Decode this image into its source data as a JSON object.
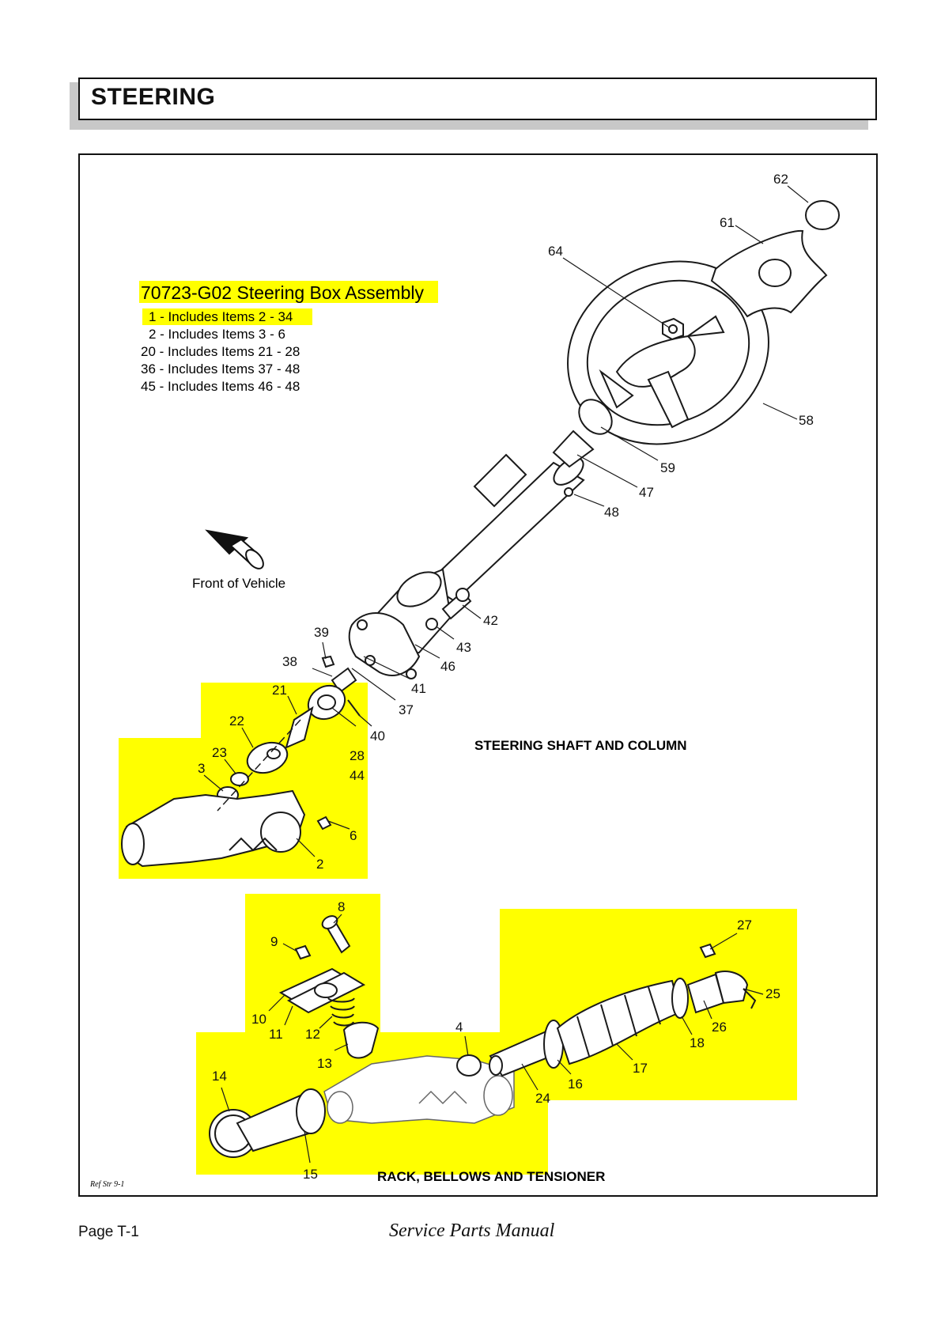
{
  "header": {
    "title": "STEERING"
  },
  "legend": {
    "assembly_title": "70723-G02 Steering Box Assembly",
    "lines": [
      "1 - Includes Items 2 - 34",
      "2 - Includes Items 3 - 6",
      "20 - Includes Items 21 - 28",
      "36 - Includes Items 37 - 48",
      "45 - Includes Items 46 - 48"
    ]
  },
  "direction_label": "Front of Vehicle",
  "section_titles": {
    "shaft": "STEERING SHAFT AND COLUMN",
    "rack": "RACK, BELLOWS AND TENSIONER"
  },
  "ref_note": "Ref Str 9-1",
  "part_numbers": [
    "62",
    "61",
    "64",
    "58",
    "59",
    "47",
    "48",
    "42",
    "43",
    "46",
    "41",
    "37",
    "39",
    "38",
    "40",
    "21",
    "22",
    "23",
    "3",
    "28",
    "44",
    "6",
    "2",
    "8",
    "9",
    "10",
    "11",
    "12",
    "13",
    "4",
    "14",
    "15",
    "24",
    "16",
    "17",
    "18",
    "26",
    "25",
    "27"
  ],
  "footer": {
    "page": "Page T-1",
    "manual": "Service Parts Manual"
  },
  "colors": {
    "highlight": "#ffff00",
    "line": "#1a1a1a",
    "header_shadow": "#c8c8c8"
  }
}
